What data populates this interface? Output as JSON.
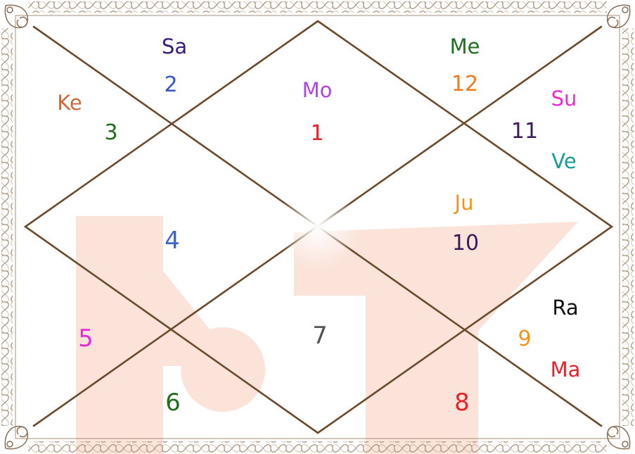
{
  "chart": {
    "houses": [
      {
        "number": "1",
        "color": "#e5222a",
        "planets": [
          {
            "abbr": "Mo",
            "color": "#b344e8"
          }
        ]
      },
      {
        "number": "2",
        "color": "#3a55c8",
        "planets": [
          {
            "abbr": "Sa",
            "color": "#3a1a7a"
          }
        ]
      },
      {
        "number": "3",
        "color": "#1e6e1e",
        "planets": [
          {
            "abbr": "Ke",
            "color": "#c86a3c"
          }
        ]
      },
      {
        "number": "4",
        "color": "#3a66c8",
        "planets": []
      },
      {
        "number": "5",
        "color": "#e82ad8",
        "planets": []
      },
      {
        "number": "6",
        "color": "#1e6e1e",
        "planets": []
      },
      {
        "number": "7",
        "color": "#555555",
        "planets": []
      },
      {
        "number": "8",
        "color": "#e5222a",
        "planets": []
      },
      {
        "number": "9",
        "color": "#f0941e",
        "planets": [
          {
            "abbr": "Ra",
            "color": "#111111"
          },
          {
            "abbr": "Ma",
            "color": "#e5222a"
          }
        ]
      },
      {
        "number": "10",
        "color": "#3a1a5a",
        "planets": [
          {
            "abbr": "Ju",
            "color": "#f0941e"
          }
        ]
      },
      {
        "number": "11",
        "color": "#3a1a5a",
        "planets": [
          {
            "abbr": "Su",
            "color": "#e82ad8"
          },
          {
            "abbr": "Ve",
            "color": "#169a9a"
          }
        ]
      },
      {
        "number": "12",
        "color": "#f07a1e",
        "planets": [
          {
            "abbr": "Me",
            "color": "#1e6e1e"
          }
        ]
      }
    ]
  },
  "theme": {
    "line_color": "#6b4a2c",
    "border_color": "#9a8066",
    "watermark_color": "#fbe3da"
  }
}
